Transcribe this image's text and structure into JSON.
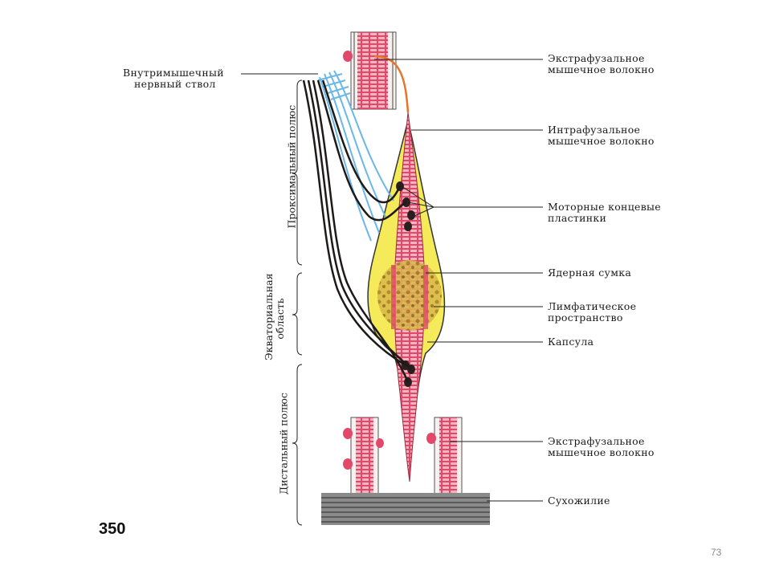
{
  "labels": {
    "extrafusal_top": [
      "Экстрафузальное",
      "мышечное волокно"
    ],
    "intrafusal": [
      "Интрафузальное",
      "мышечное  волокно"
    ],
    "motor_plates": [
      "Моторные концевые",
      "пластинки"
    ],
    "nuclear_bag": "Ядерная сумка",
    "lymph_space": [
      "Лимфатическое",
      "пространство"
    ],
    "capsule": "Капсула",
    "extrafusal_bottom": [
      "Экстрафузальное",
      "мышечное волокно"
    ],
    "tendon": "Сухожилие",
    "nerve_trunk": [
      "Внутримышечный",
      "нервный ствол"
    ]
  },
  "regions": {
    "proximal": "Проксимальный полюс",
    "equatorial": [
      "Экваториальная",
      "область"
    ],
    "distal": "Дистальный полюс"
  },
  "figure_number": "350",
  "page_number": "73",
  "colors": {
    "muscle": "#e2486a",
    "muscle_light": "#f2a7b4",
    "capsule_yellow": "#f2e65a",
    "nerve_black": "#1e1a1a",
    "nerve_blue": "#6bb7e8",
    "tendon": "#6e6e6e"
  }
}
